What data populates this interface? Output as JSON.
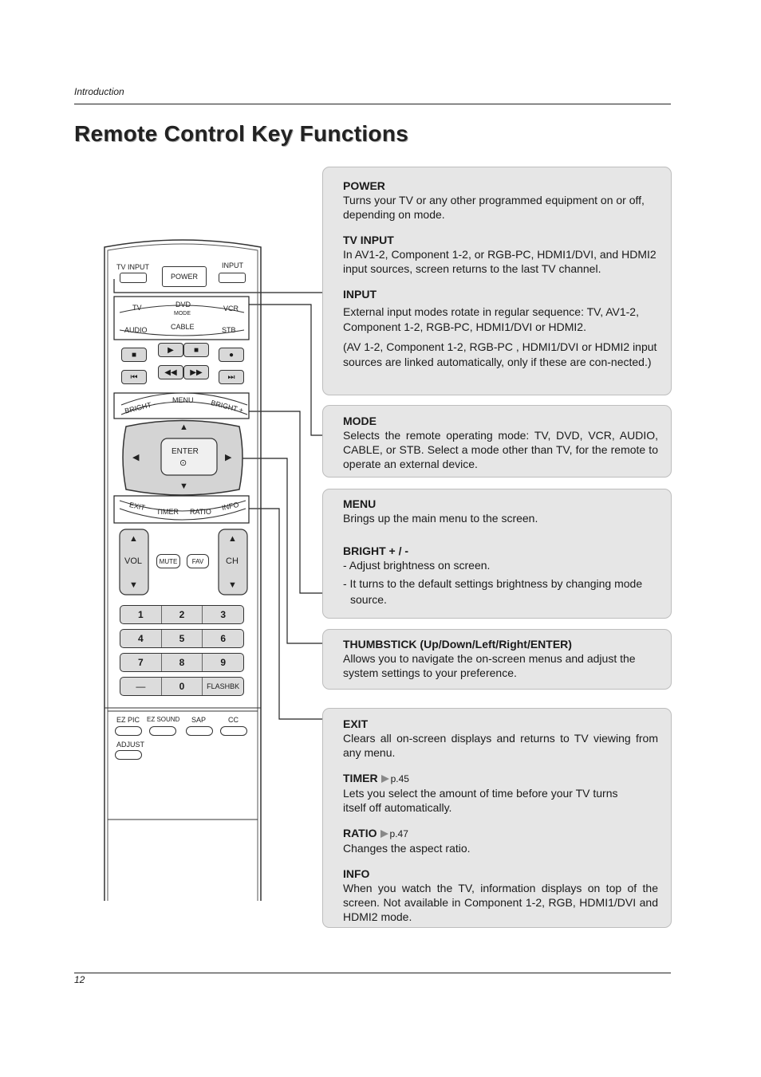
{
  "header": {
    "section": "Introduction"
  },
  "title": "Remote Control Key Functions",
  "page_number": "12",
  "remote": {
    "tv_input": "TV INPUT",
    "power": "POWER",
    "input": "INPUT",
    "modes": {
      "tv": "TV",
      "dvd": "DVD",
      "vcr": "VCR",
      "mode": "MODE",
      "audio": "AUDIO",
      "cable": "CABLE",
      "stb": "STB"
    },
    "bright_minus": "BRIGHT -",
    "menu": "MENU",
    "bright_plus": "BRIGHT +",
    "enter": "ENTER",
    "exit": "EXIT",
    "timer": "TIMER",
    "ratio": "RATIO",
    "info": "INFO",
    "vol": "VOL",
    "ch": "CH",
    "mute": "MUTE",
    "fav": "FAV",
    "keys": [
      [
        "1",
        "2",
        "3"
      ],
      [
        "4",
        "5",
        "6"
      ],
      [
        "7",
        "8",
        "9"
      ],
      [
        "—",
        "0",
        "FLASHBK"
      ]
    ],
    "ez_pic": "EZ PIC",
    "ez_sound": "EZ SOUND",
    "sap": "SAP",
    "cc": "CC",
    "adjust": "ADJUST"
  },
  "boxes": {
    "power": {
      "power_title": "POWER",
      "power_text": "Turns your TV or any other programmed equipment on or off, depending on mode.",
      "tvinput_title": "TV INPUT",
      "tvinput_text": "In AV1-2, Component 1-2, or RGB-PC, HDMI1/DVI, and HDMI2 input sources, screen returns to the last TV channel.",
      "input_title": "INPUT",
      "input_text": "External input modes rotate in regular sequence: TV, AV1-2, Component 1-2, RGB-PC, HDMI1/DVI or HDMI2.",
      "input_note": "(AV 1-2, Component 1-2, RGB-PC , HDMI1/DVI or HDMI2 input sources are linked automatically, only if these are con-nected.)"
    },
    "mode": {
      "title": "MODE",
      "text": "Selects the remote operating mode: TV, DVD, VCR, AUDIO, CABLE, or STB. Select a mode other than TV, for the remote to operate an external device."
    },
    "menu": {
      "menu_title": "MENU",
      "menu_text": "Brings up the main menu to the screen.",
      "bright_title": "BRIGHT + / -",
      "bright_line1": "- Adjust brightness on screen.",
      "bright_line2": "- It turns to the default settings brightness by changing mode source."
    },
    "thumbstick": {
      "title": "THUMBSTICK (Up/Down/Left/Right/ENTER)",
      "text": "Allows you to navigate the on-screen menus and adjust the system settings to your preference."
    },
    "exit": {
      "exit_title": "EXIT",
      "exit_text": "Clears all on-screen displays and returns to TV viewing from any menu.",
      "timer_title": "TIMER",
      "timer_ref": "p.45",
      "timer_text": "Lets you select the amount of time before your TV turns itself off automatically.",
      "ratio_title": "RATIO",
      "ratio_ref": "p.47",
      "ratio_text": "Changes the aspect ratio.",
      "info_title": "INFO",
      "info_text": "When you watch the TV, information displays on top of the screen. Not available in Component 1-2, RGB, HDMI1/DVI and HDMI2 mode."
    }
  }
}
